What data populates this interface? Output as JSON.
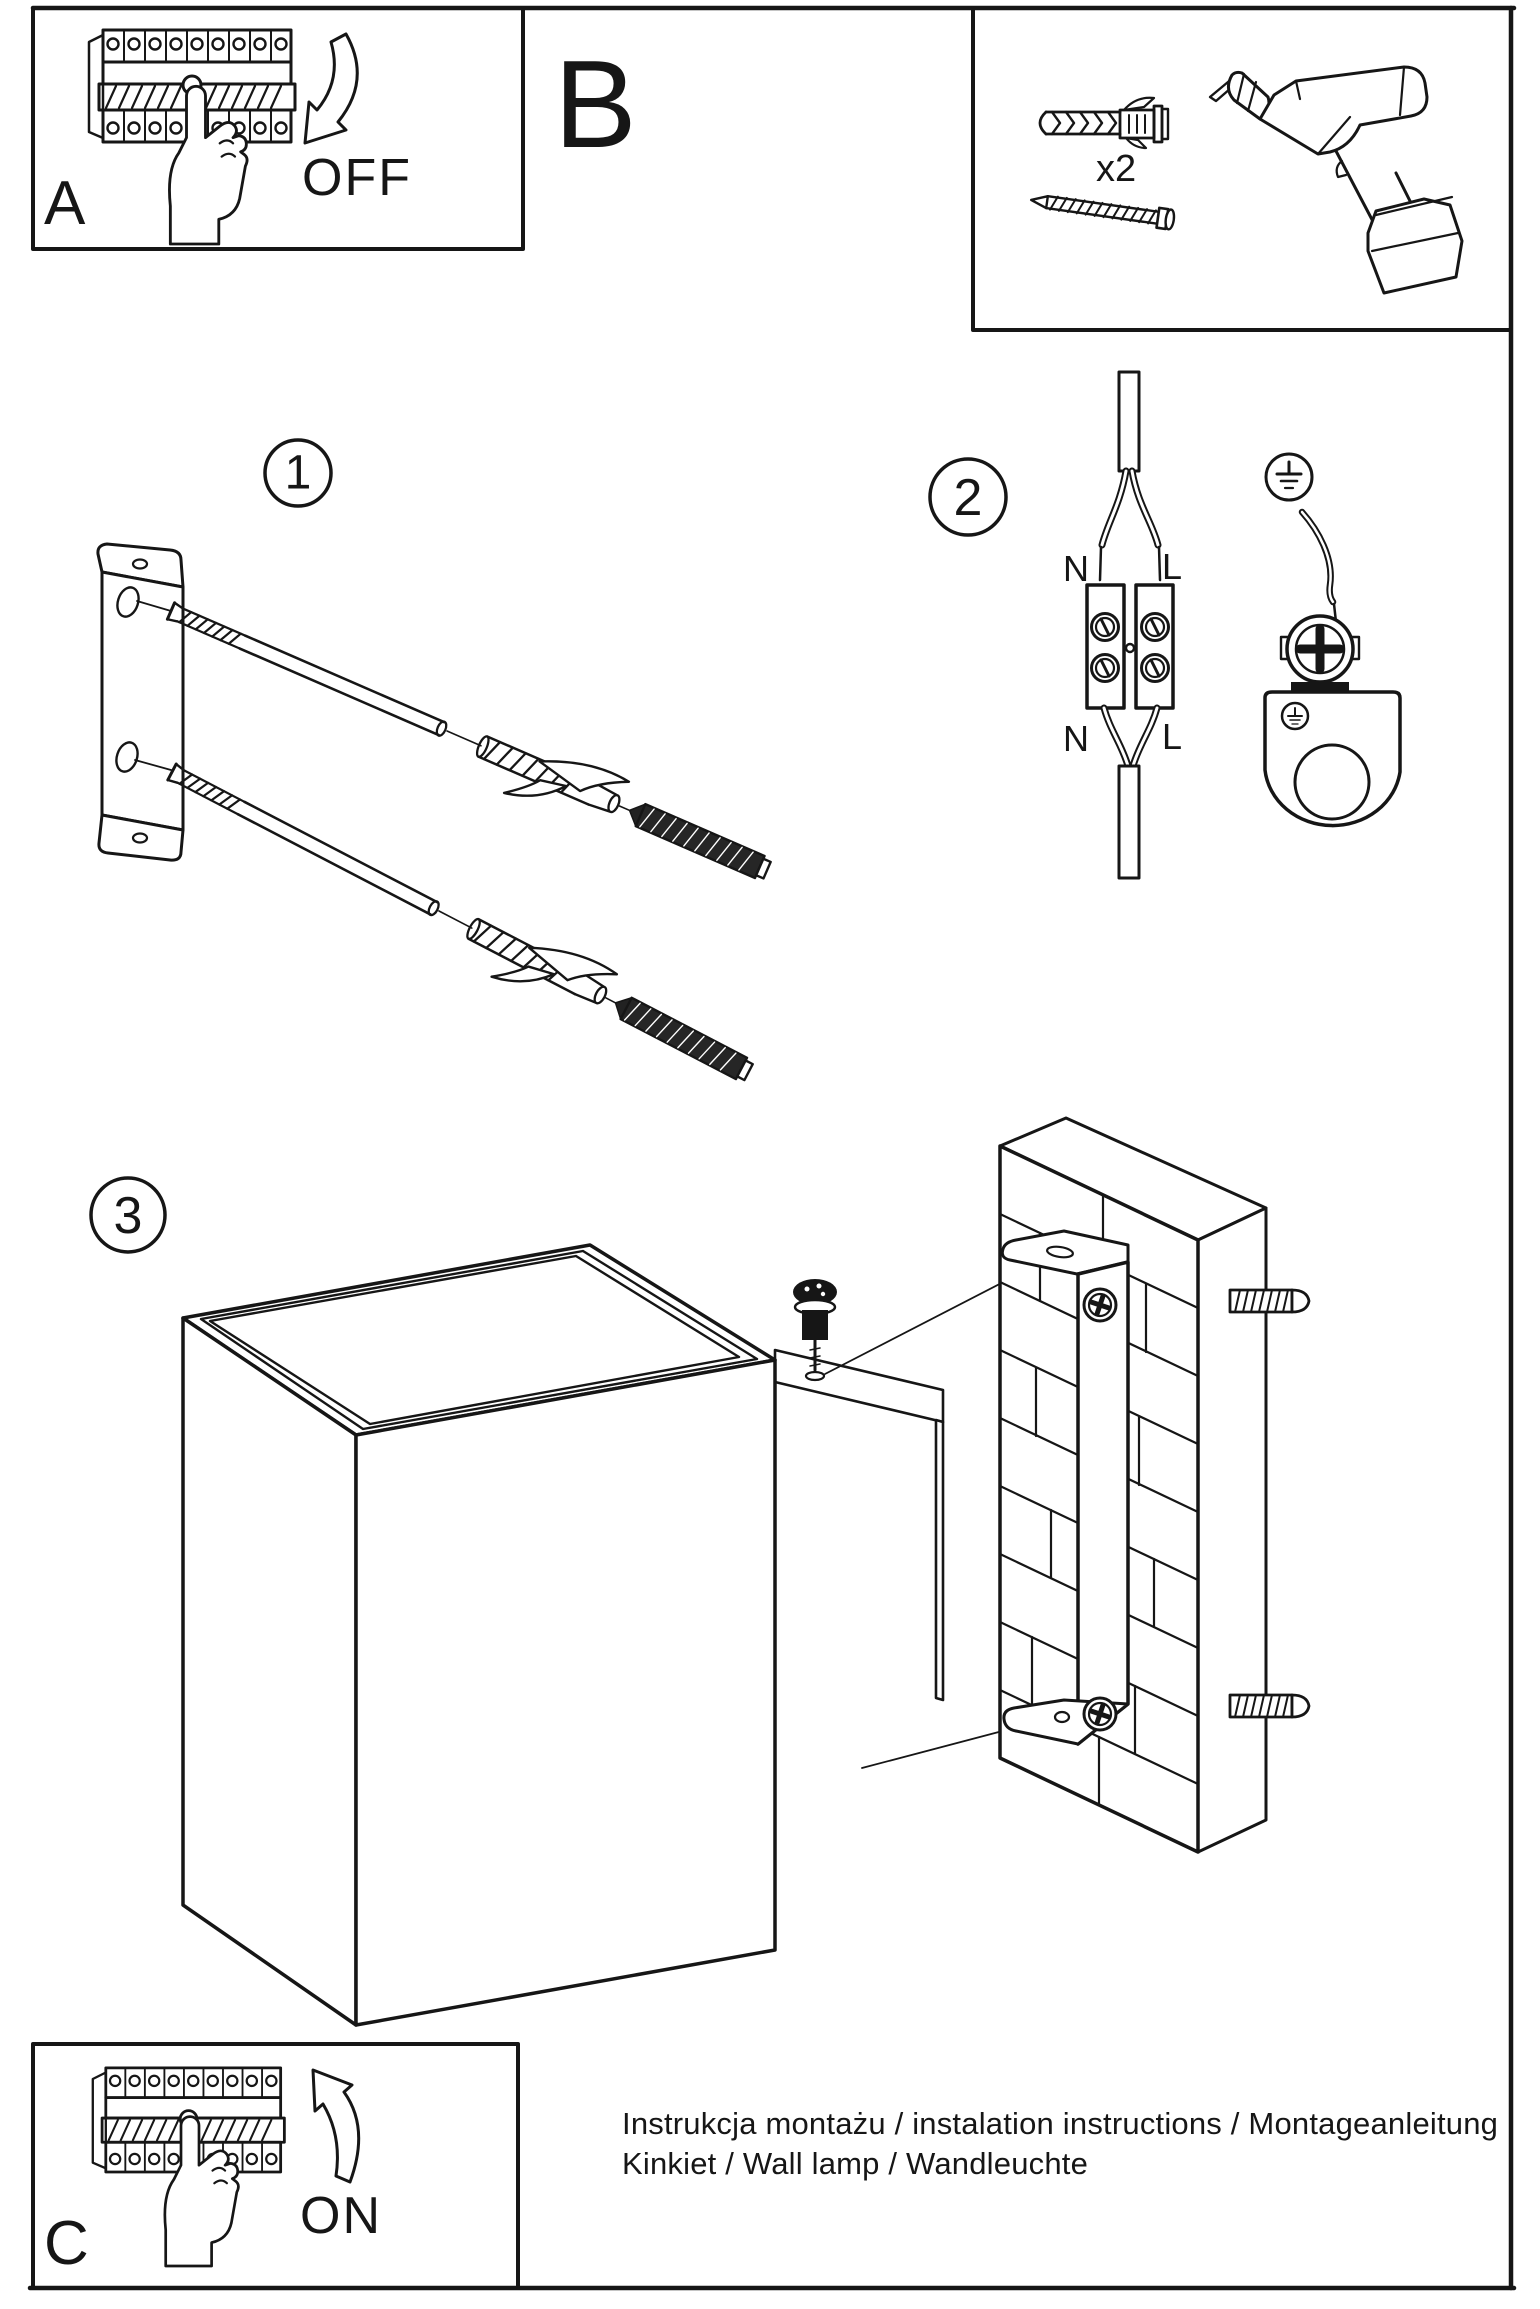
{
  "page": {
    "paper_color": "#ffffff",
    "ink_color": "#161616"
  },
  "panel_a": {
    "label": "A",
    "state": "OFF"
  },
  "panel_b": {
    "label": "B"
  },
  "tools_box": {
    "anchor_count": "x2"
  },
  "steps": {
    "one": "1",
    "two": "2",
    "three": "3"
  },
  "wiring": {
    "n_top": "N",
    "l_top": "L",
    "n_bottom": "N",
    "l_bottom": "L"
  },
  "panel_c": {
    "label": "C",
    "state": "ON"
  },
  "footer": {
    "line1": "Instrukcja montażu / instalation instructions / Montageanleitung",
    "line2": "Kinkiet / Wall lamp / Wandleuchte"
  }
}
